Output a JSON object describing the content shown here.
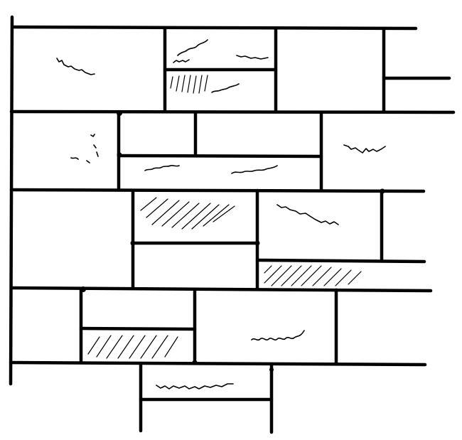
{
  "diagram": {
    "kind": "masonry-wall-elevation",
    "courses": 5,
    "ink_color": "#000000",
    "paper_color": "#ffffff",
    "stone_finishes": [
      "plain",
      "scribbled",
      "hatched",
      "dotted"
    ]
  }
}
